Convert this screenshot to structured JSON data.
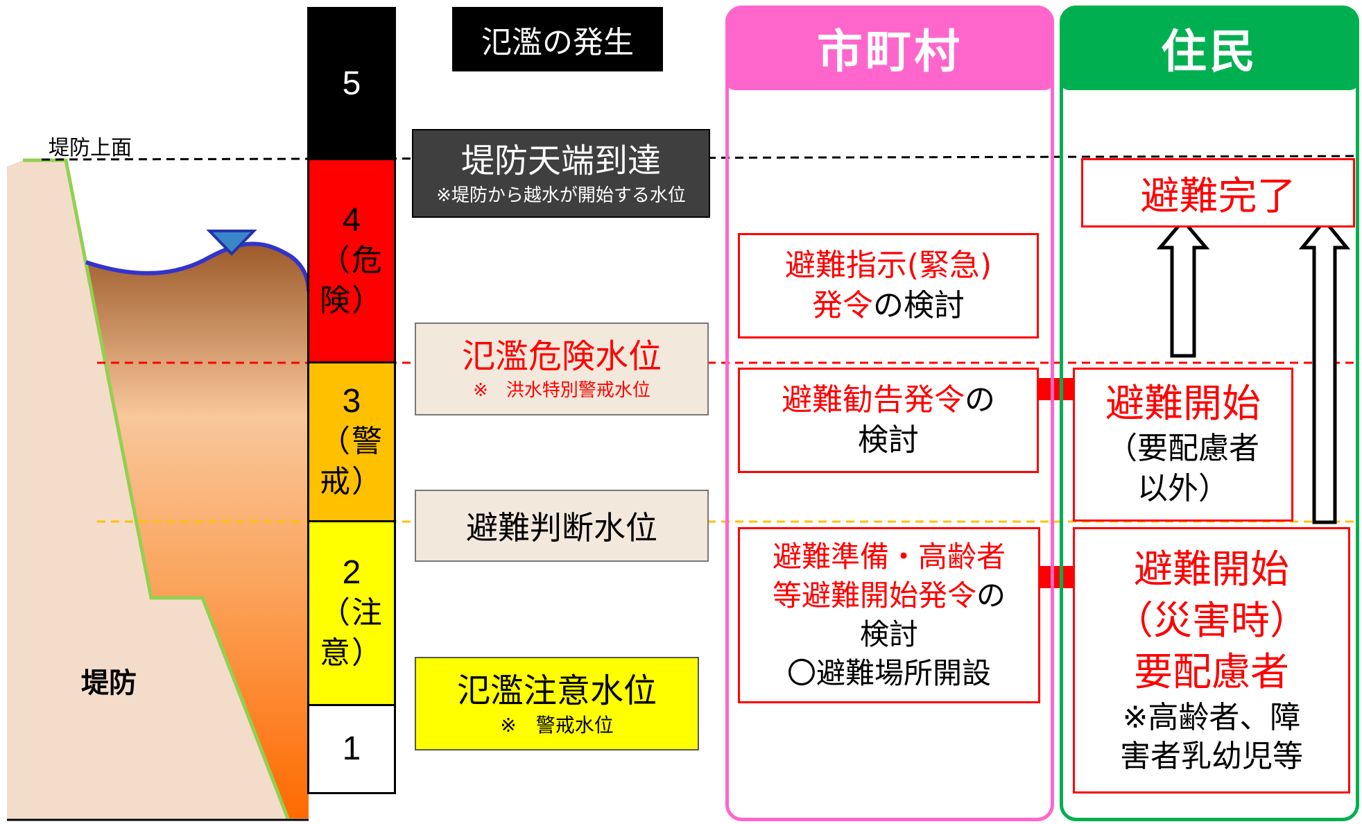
{
  "colors": {
    "level5": "#000000",
    "level4": "#ff0000",
    "level3": "#ffc000",
    "level2": "#ffff00",
    "level1": "#ffffff",
    "municipality": "#ff66cc",
    "residents": "#00b050",
    "alert_red": "#ff0000"
  },
  "levee": {
    "label": "堤防",
    "top_label": "堤防上面",
    "water_marker_icon": "water-level-triangle-icon"
  },
  "levels": [
    {
      "number": "5",
      "label": ""
    },
    {
      "number": "4",
      "label": "（危険）"
    },
    {
      "number": "3",
      "label": "（警戒）"
    },
    {
      "number": "2",
      "label": "（注意）"
    },
    {
      "number": "1",
      "label": ""
    }
  ],
  "water_levels": {
    "overflow": "氾濫の発生",
    "levee_top": "堤防天端到達",
    "levee_top_note": "※堤防から越水が開始する水位",
    "danger": "氾濫危険水位",
    "danger_note": "※　洪水特別警戒水位",
    "evacuation_judgment": "避難判断水位",
    "caution": "氾濫注意水位",
    "caution_note": "※　警戒水位"
  },
  "municipality": {
    "header": "市町村",
    "box1_red": "避難指示(緊急)",
    "box1_red2": "発令",
    "box1_black": "の検討",
    "box2_red": "避難勧告発令",
    "box2_black": "の",
    "box2_black2": "検討",
    "box3_line1": "避難準備・高齢者",
    "box3_line2_red": "等避難開始発令",
    "box3_line2_black": "の",
    "box3_line3": "検討",
    "box3_line4": "〇避難場所開設"
  },
  "residents": {
    "header": "住民",
    "complete": "避難完了",
    "start1": "避難開始",
    "start1_note1": "（要配慮者",
    "start1_note2": "以外）",
    "start2_line1": "避難開始",
    "start2_line2": "（災害時）",
    "start2_line3": "要配慮者",
    "start2_note1": "※高齢者、障",
    "start2_note2": "害者乳幼児等"
  }
}
